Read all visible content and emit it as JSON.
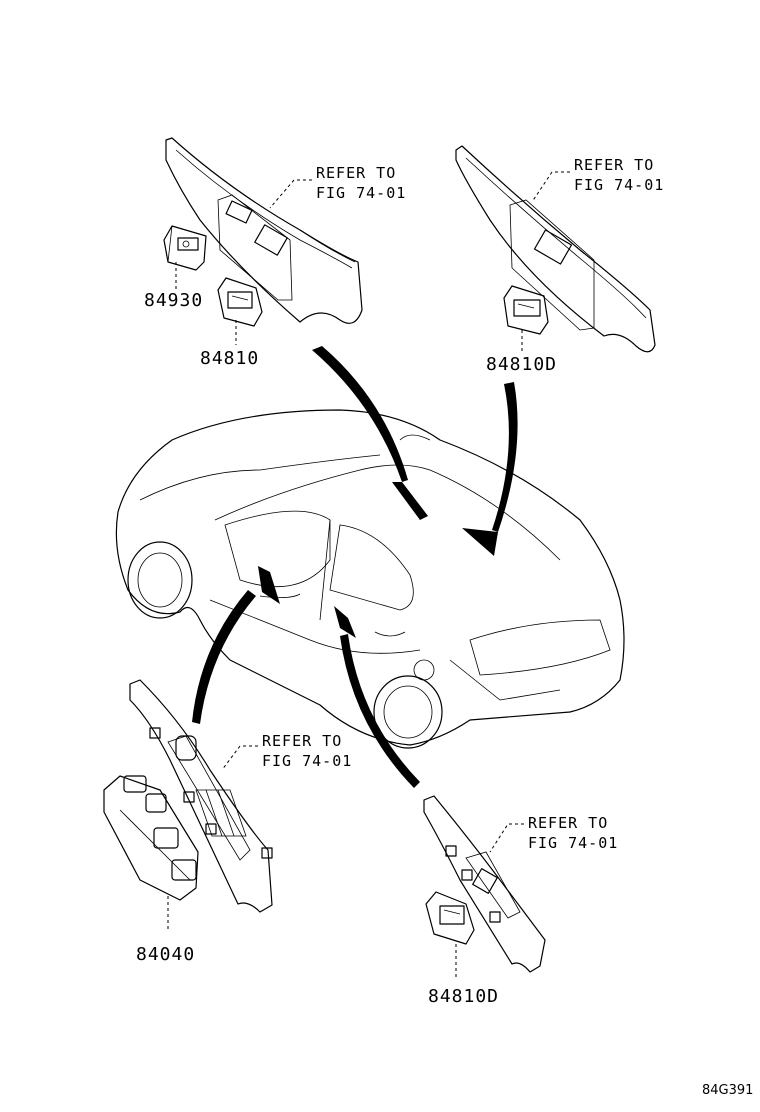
{
  "callouts": {
    "top_left": "REFER TO\nFIG 74-01",
    "top_right": "REFER TO\nFIG 74-01",
    "bottom_left": "REFER TO\nFIG 74-01",
    "bottom_right": "REFER TO\nFIG 74-01"
  },
  "parts": {
    "p84930": "84930",
    "p84810": "84810",
    "p84810d_top": "84810D",
    "p84040": "84040",
    "p84810d_bottom": "84810D"
  },
  "refer_to_text": "REFER TO",
  "fig_text": "FIG 74-01",
  "diagram_code": "84G391"
}
